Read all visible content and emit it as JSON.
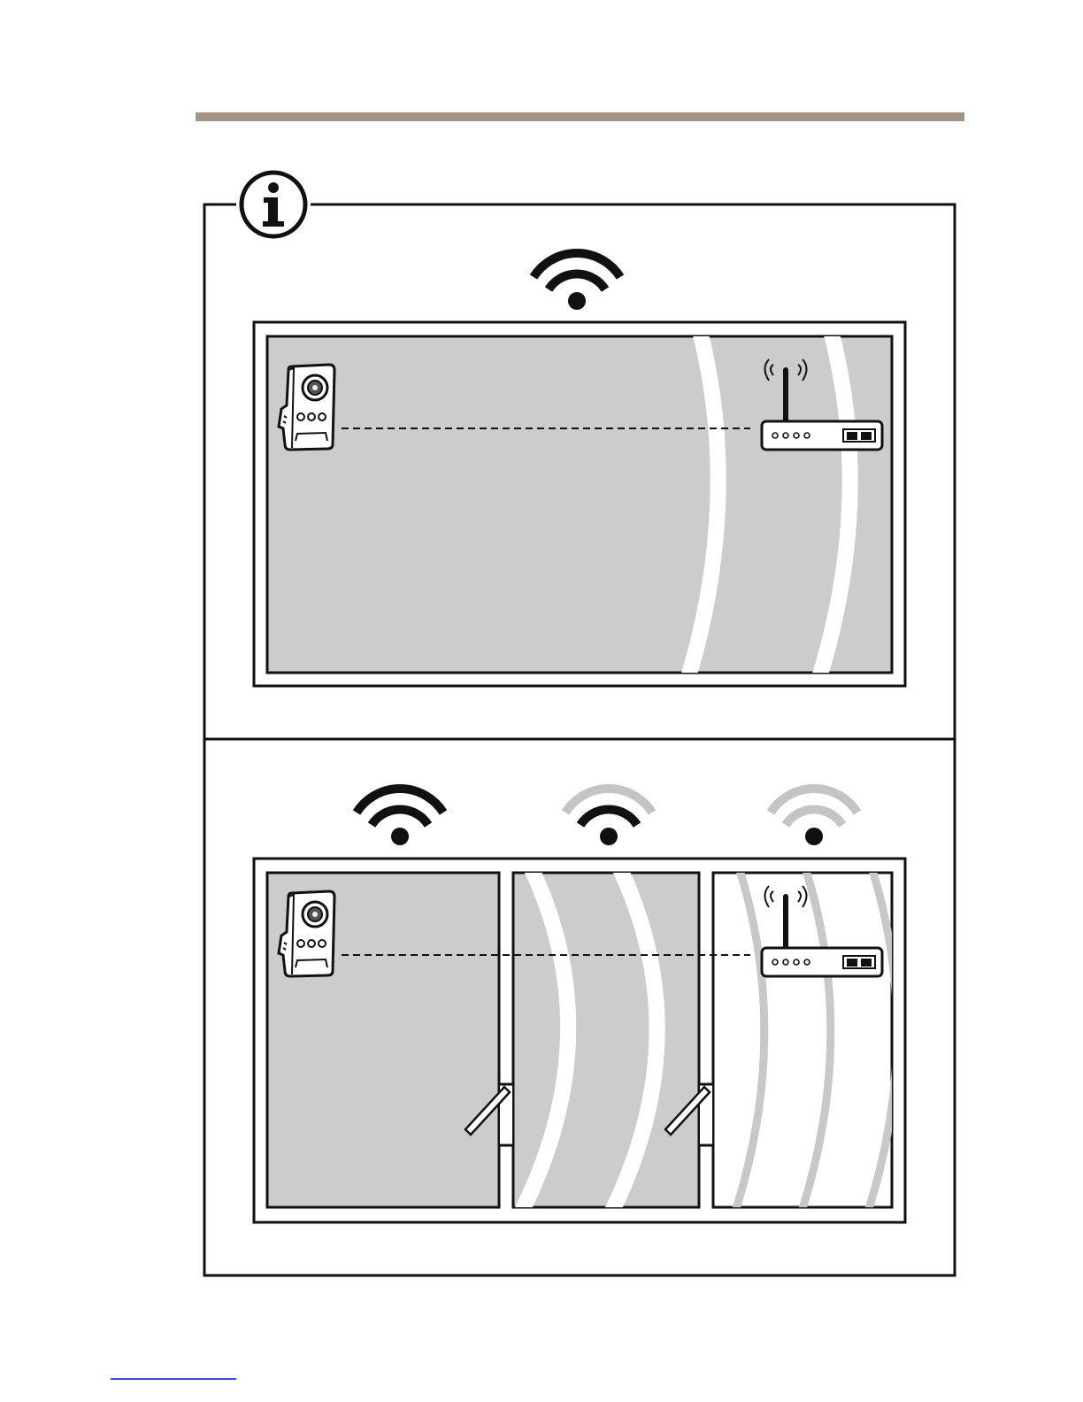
{
  "colors": {
    "header_bar": "#a39384",
    "footer_link_line": "#3a4fd8",
    "outline": "#111111",
    "room_fill": "#cccccc",
    "wave_light": "#c8c8c8",
    "strong_signal": "#111111",
    "weak_signal": "#c4c4c4"
  },
  "icons": {
    "info": "info-icon",
    "wifi": "wifi-signal-icon",
    "camera": "network-camera-icon",
    "router": "wireless-router-icon",
    "door": "open-door-icon"
  },
  "scenes": [
    {
      "name": "open-space",
      "signal_levels": [
        "strong"
      ],
      "walls_between": 0
    },
    {
      "name": "through-walls",
      "signal_levels": [
        "strong",
        "medium",
        "weak"
      ],
      "walls_between": 2
    }
  ]
}
